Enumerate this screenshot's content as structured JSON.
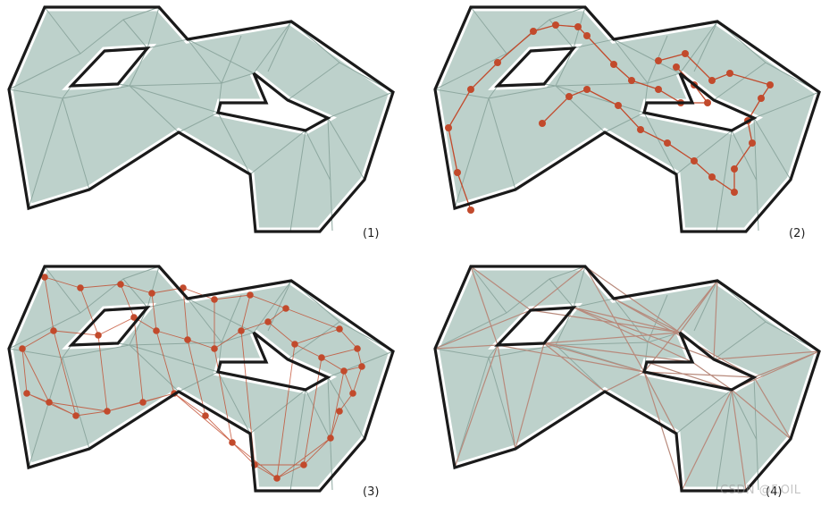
{
  "panels": [
    {
      "label": "(1)",
      "show_dual": false,
      "show_centers": false,
      "show_crossings": false
    },
    {
      "label": "(2)",
      "show_dual": true,
      "show_centers": false,
      "show_crossings": false
    },
    {
      "label": "(3)",
      "show_dual": false,
      "show_centers": true,
      "show_crossings": false
    },
    {
      "label": "(4)",
      "show_dual": false,
      "show_centers": false,
      "show_crossings": true
    }
  ],
  "watermark": "CSDN @F.OIL",
  "colors": {
    "fill": "#bdd1cb",
    "triangle_edge": "#8ea8a0",
    "outline": "#1a1a1a",
    "highlight": "#c24a2c",
    "crossing_line": "#b88a7c",
    "background": "#ffffff"
  }
}
